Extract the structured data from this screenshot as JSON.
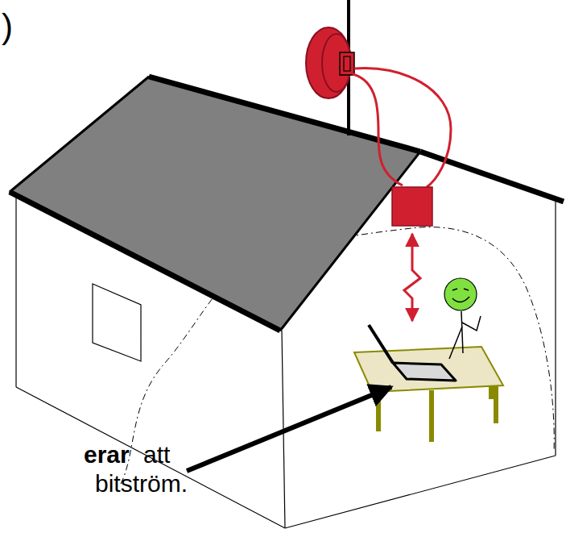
{
  "diagram": {
    "labels": [
      ")",
      "erar",
      "att",
      "bitström."
    ]
  }
}
